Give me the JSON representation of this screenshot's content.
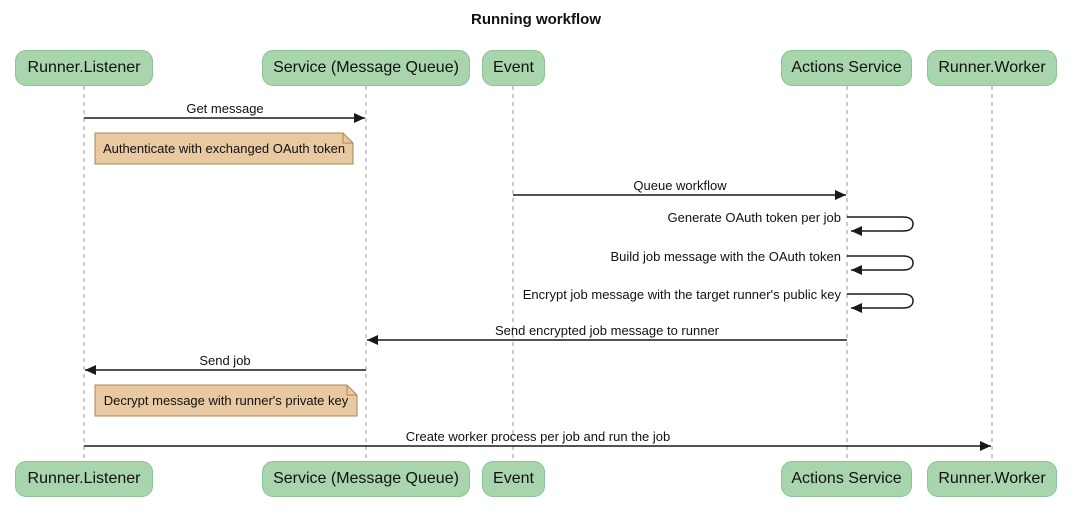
{
  "title": "Running workflow",
  "diagram_type": "sequence-diagram",
  "participants": [
    {
      "id": "runner-listener",
      "label": "Runner.Listener"
    },
    {
      "id": "service-message-queue",
      "label": "Service (Message Queue)"
    },
    {
      "id": "event",
      "label": "Event"
    },
    {
      "id": "actions-service",
      "label": "Actions Service"
    },
    {
      "id": "runner-worker",
      "label": "Runner.Worker"
    }
  ],
  "sequence": [
    {
      "type": "message",
      "from": "Runner.Listener",
      "to": "Service (Message Queue)",
      "label": "Get message"
    },
    {
      "type": "note",
      "over": "Runner.Listener",
      "label": "Authenticate with exchanged OAuth token"
    },
    {
      "type": "message",
      "from": "Event",
      "to": "Actions Service",
      "label": "Queue workflow"
    },
    {
      "type": "self",
      "on": "Actions Service",
      "label": "Generate OAuth token per job"
    },
    {
      "type": "self",
      "on": "Actions Service",
      "label": "Build job message with the OAuth token"
    },
    {
      "type": "self",
      "on": "Actions Service",
      "label": "Encrypt job message with the target runner's public key"
    },
    {
      "type": "message",
      "from": "Actions Service",
      "to": "Service (Message Queue)",
      "label": "Send encrypted job message to runner"
    },
    {
      "type": "message",
      "from": "Service (Message Queue)",
      "to": "Runner.Listener",
      "label": "Send job"
    },
    {
      "type": "note",
      "over": "Runner.Listener",
      "label": "Decrypt message with runner's private key"
    },
    {
      "type": "message",
      "from": "Runner.Listener",
      "to": "Runner.Worker",
      "label": "Create worker process per job and run the job"
    }
  ],
  "colors": {
    "background": "#ffffff",
    "actor_fill": "#a8d5ac",
    "actor_border": "#8cc497",
    "note_fill": "#e8c9a2",
    "note_border": "#aa8756",
    "message_line": "#1a1a1a",
    "lifeline": "#999999",
    "text": "#111111"
  }
}
